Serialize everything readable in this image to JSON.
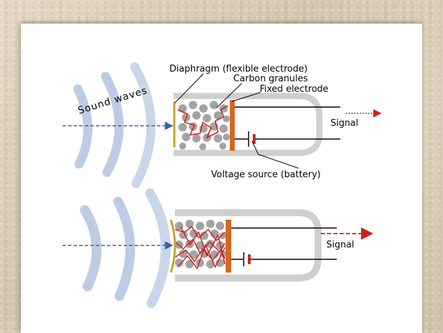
{
  "labels": {
    "sound_waves": "Sound waves",
    "diaphragm": "Diaphragm (flexible electrode)",
    "carbon_granules": "Carbon granules",
    "fixed_electrode": "Fixed electrode",
    "signal_top": "Signal",
    "voltage_source": "Voltage source (battery)",
    "signal_bottom": "Signal"
  },
  "colors": {
    "wave_blue": "#bccde3",
    "arrow_blue": "#3a5fa8",
    "diaphragm_gold": "#c9a227",
    "electrode_orange": "#d2691e",
    "granule_gray": "#a3a3a3",
    "path_red": "#d11f1f",
    "casing_gray": "#cfcfcf"
  }
}
